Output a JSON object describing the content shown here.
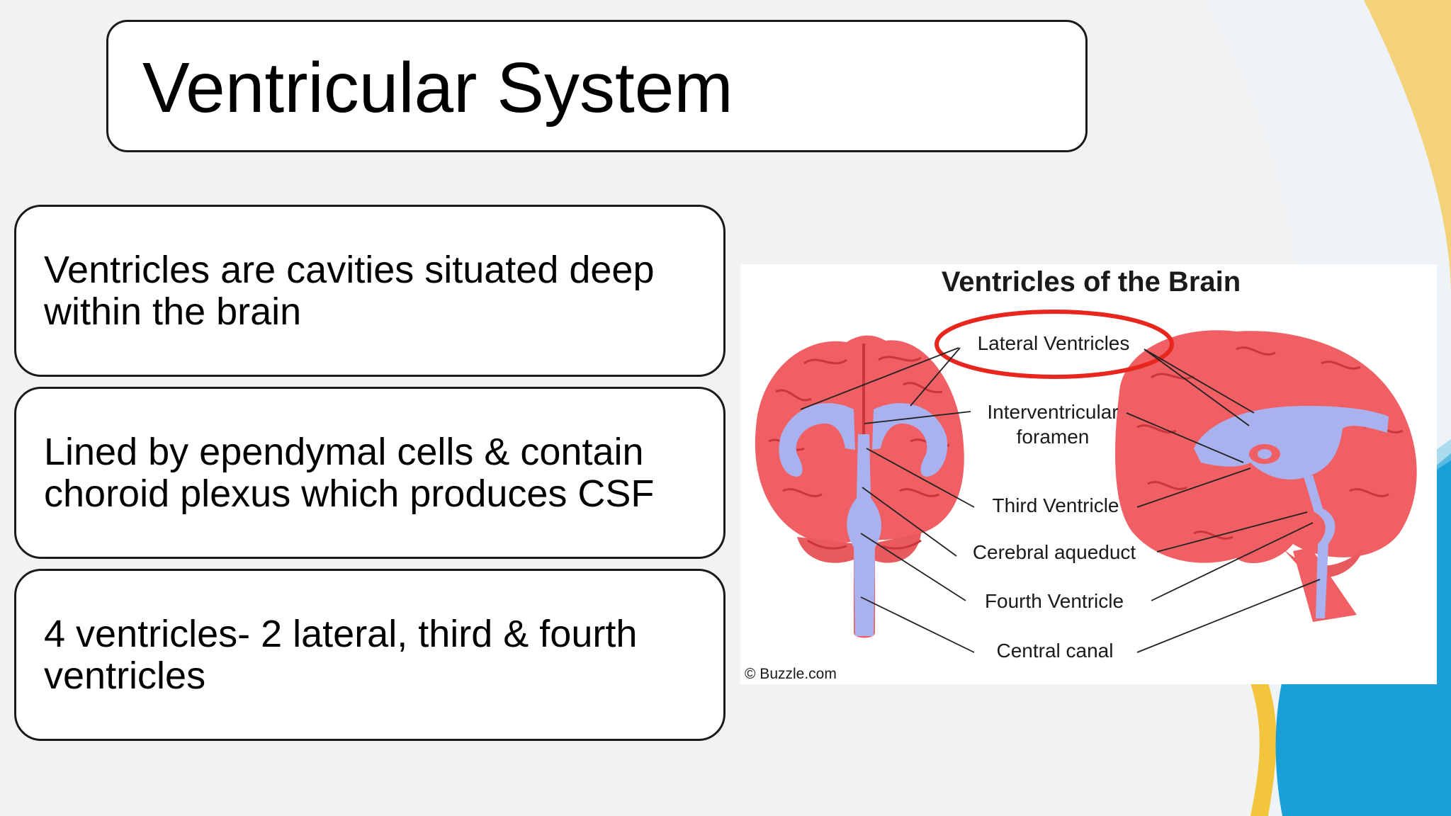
{
  "slide": {
    "title": "Ventricular System",
    "bullets": [
      "Ventricles are cavities situated deep within the brain",
      "Lined by ependymal cells & contain choroid plexus which produces CSF",
      "4 ventricles- 2 lateral, third & fourth ventricles"
    ]
  },
  "figure": {
    "title": "Ventricles of the Brain",
    "labels": {
      "lateral": "Lateral Ventricles",
      "interventricular_1": "Interventricular",
      "interventricular_2": "foramen",
      "third": "Third Ventricle",
      "aqueduct": "Cerebral aqueduct",
      "fourth": "Fourth Ventricle",
      "canal": "Central canal"
    },
    "credit": "© Buzzle.com"
  },
  "colors": {
    "brain": "#ef5f63",
    "brain_dark": "#c9373c",
    "ventricle": "#a9b2ee",
    "highlight_ring": "#e8261d",
    "accent_blue": "#1aa0d8",
    "accent_yellow": "#f2c53d"
  }
}
